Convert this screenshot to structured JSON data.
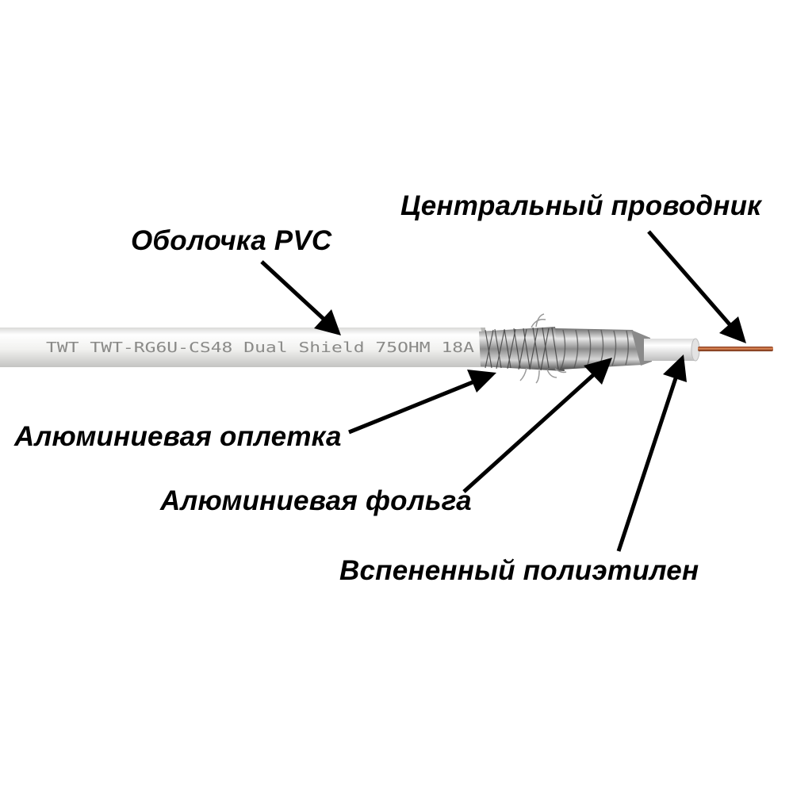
{
  "labels": {
    "center_conductor": "Центральный проводник",
    "jacket": "Оболочка PVC",
    "braid": "Алюминиевая оплетка",
    "foil": "Алюминиевая фольга",
    "foam": "Вспененный полиэтилен"
  },
  "cable_print": "TWT TWT-RG6U-CS48 Dual Shield 75OHM 18A",
  "colors": {
    "label_text": "#000000",
    "arrow": "#000000",
    "jacket": "#f2f2f0",
    "print_text": "#8a8a88",
    "copper": "#b5502a",
    "foam": "#f7f7f7"
  }
}
